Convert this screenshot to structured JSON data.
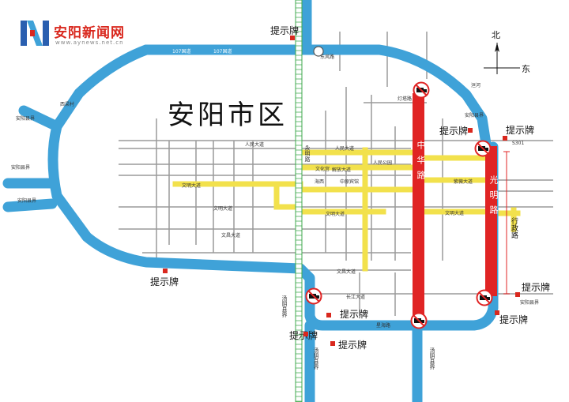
{
  "logo": {
    "site_name": "安阳新闻网",
    "url": "www.aynews.net.cn"
  },
  "district_title": "安阳市区",
  "compass": {
    "north": "北",
    "east": "东"
  },
  "red_roads": {
    "zhonghua": "中华路",
    "guangming": "光明路"
  },
  "hint_label": "提示牌",
  "colors": {
    "ring_road": "#3fa2d8",
    "restricted_road": "#e02424",
    "yellow_road": "#f2e14c",
    "rail": "#3fa94d",
    "hint_flag": "#d9281e"
  },
  "map_labels": {
    "g107": "107国道",
    "anyang_west": "安阳县界",
    "xiliang": "西梁村",
    "dongfeng": "东风路",
    "renmin": "人民大道",
    "jiefang": "解放大道",
    "wenming": "文明大道",
    "wenchang": "文昌大道",
    "yongming": "永明路",
    "dengta": "灯塔路",
    "zijingshan": "紫薇大道",
    "huanhe": "洹河",
    "changjiang": "长江大道",
    "s301": "S301",
    "xingzhengjie": "行政路",
    "tangyin": "汤阴县界",
    "anyang_county": "安阳县界",
    "culture": "文化宫",
    "haixi": "海西",
    "zhongyuan": "中原宾馆",
    "renmin_park": "人民公园",
    "xinghai": "星海路"
  }
}
